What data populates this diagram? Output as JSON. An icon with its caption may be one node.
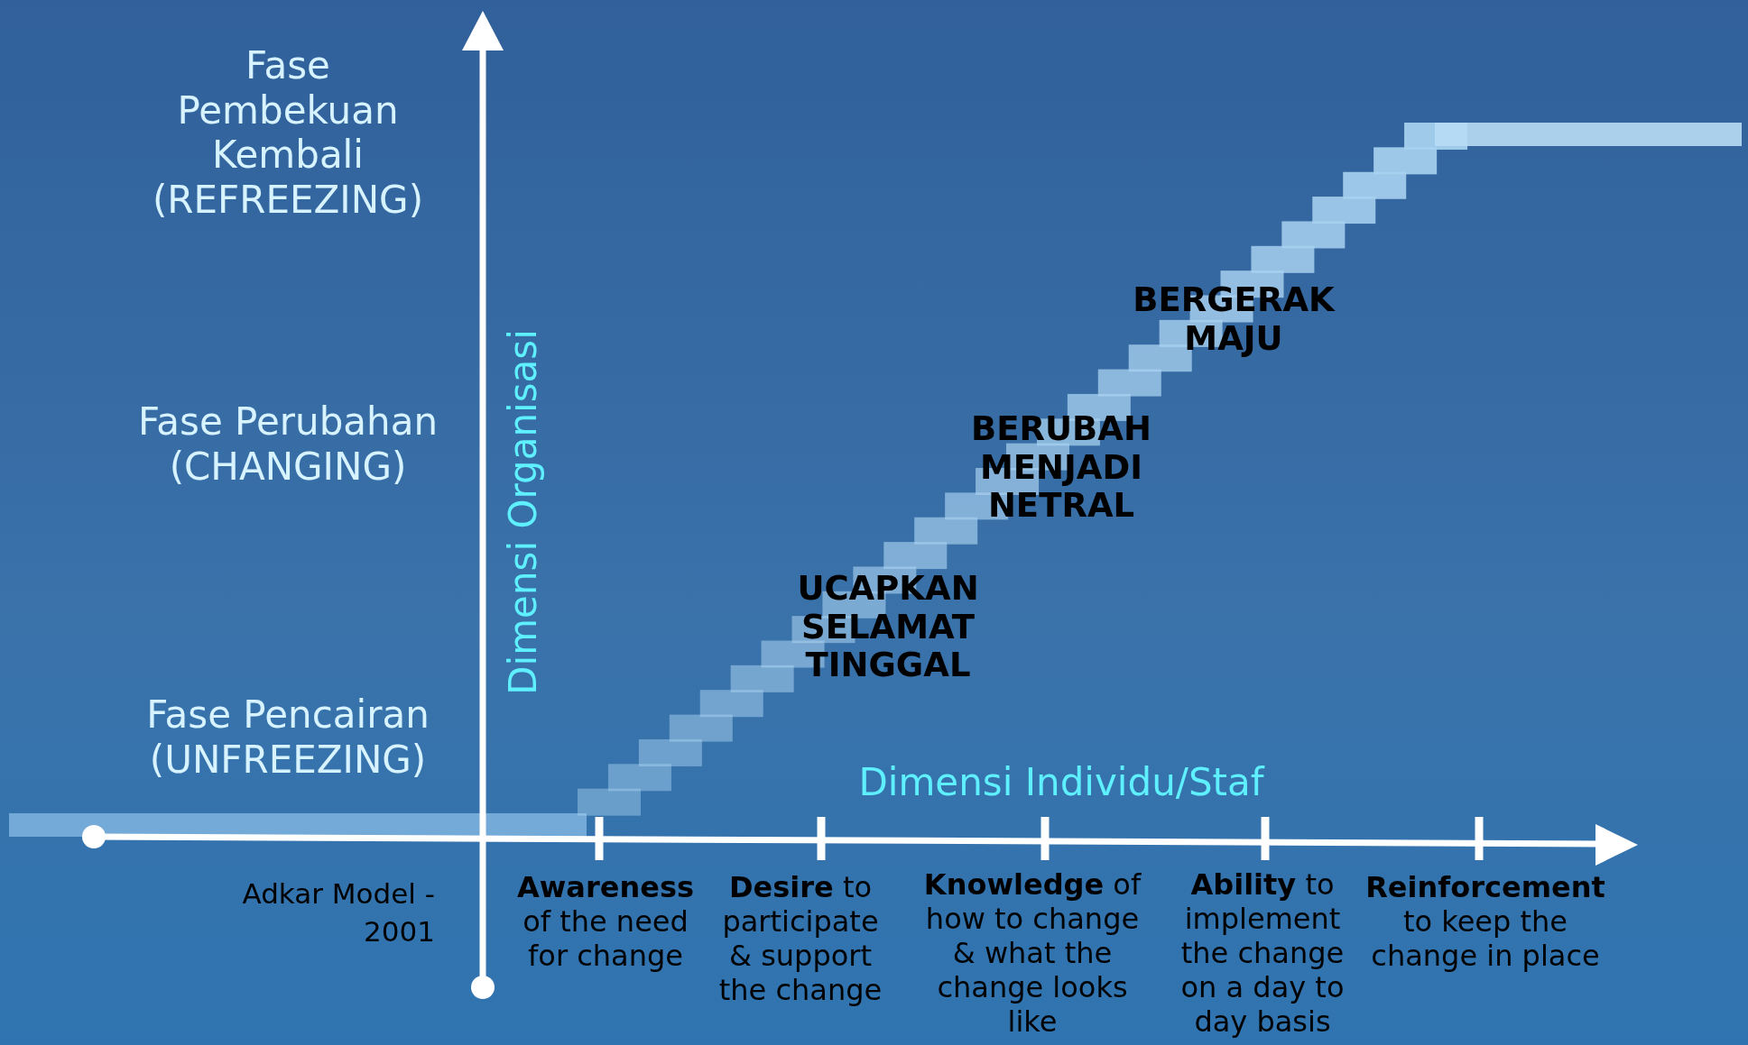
{
  "diagram": {
    "labels": [
      "Fase Pembekuan Kembali (REFREEZING)",
      "BERGERAK MAJU",
      "Fase Perubahan (CHANGING)",
      "BERUBAH MENJADI NETRAL",
      "Dimensi Organisasi",
      "UCAPKAN SELAMAT TINGGAL",
      "Fase Pencairan (UNFREEZING)",
      "Dimensi Individu/Staf",
      "Adkar Model - 2001",
      "**Awareness** of the need for change",
      "**Desire** to participate & support the change",
      "**Knowledge** of how to change & what the change looks like",
      "**Ability** to implement the change on a day to day basis",
      "**Reinforcement** to keep the change in place"
    ]
  }
}
